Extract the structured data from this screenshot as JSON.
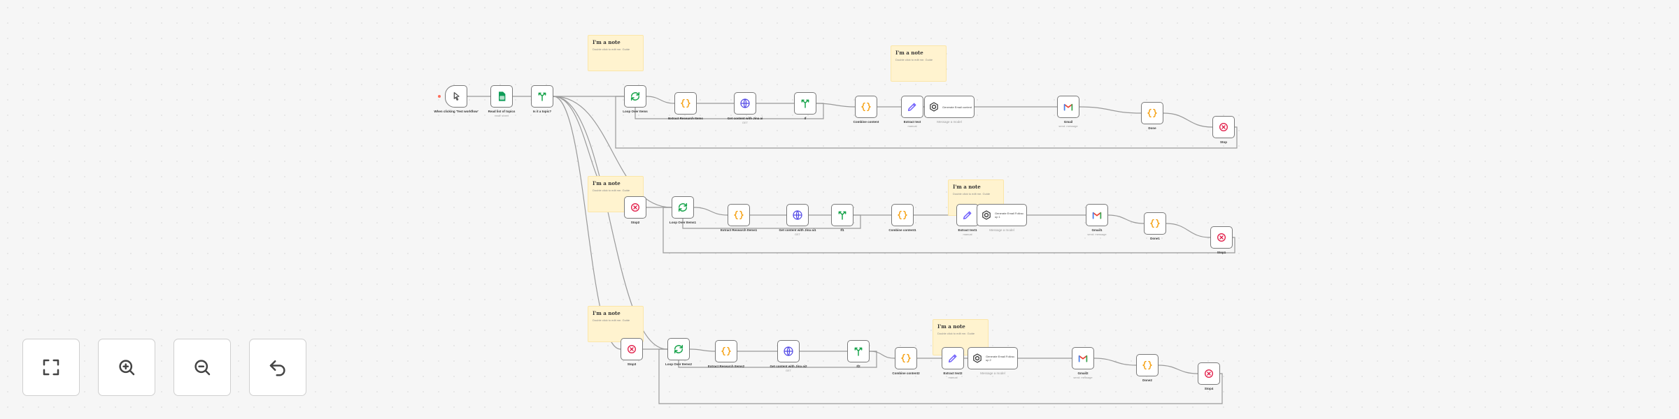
{
  "canvas": {
    "sticky_title": "I'm a note",
    "sticky_body": "Double click to edit me. Guide"
  },
  "nodes": {
    "r1_trigger": {
      "label": "When clicking 'Test workflow'",
      "icon": "pointer-icon"
    },
    "r1_sheets": {
      "label": "Read list of topics",
      "sub": "read: sheet",
      "icon": "google-sheets-icon"
    },
    "r1_if": {
      "label": "Is it a topic?",
      "icon": "branch-icon"
    },
    "r1_loop": {
      "label": "Loop Over Items",
      "icon": "loop-icon"
    },
    "r1_set": {
      "label": "Extract Research Items",
      "icon": "code-icon"
    },
    "r1_http": {
      "label": "Get content with Jina ai",
      "sub": "GET",
      "icon": "globe-icon"
    },
    "r1_if2": {
      "label": "If",
      "icon": "branch-icon"
    },
    "r1_code": {
      "label": "Combine content",
      "icon": "code-icon"
    },
    "r1_edit": {
      "label": "Extract text",
      "sub": "manual",
      "icon": "pencil-icon"
    },
    "r1_ai": {
      "label": "Generate Email",
      "sub": "Message a model",
      "text": "Generate Email content",
      "icon": "openai-icon"
    },
    "r1_gmail": {
      "label": "Gmail",
      "sub": "send: message",
      "icon": "gmail-icon"
    },
    "r1_code2": {
      "label": "Done",
      "icon": "code-icon"
    },
    "r1_stop": {
      "label": "Stop",
      "icon": "stop-icon"
    },
    "r2_stop0": {
      "label": "Stop2",
      "icon": "stop-icon"
    },
    "r2_loop": {
      "label": "Loop Over Items1",
      "icon": "loop-icon"
    },
    "r2_set": {
      "label": "Extract Research Items1",
      "icon": "code-icon"
    },
    "r2_http": {
      "label": "Get content with Jina ai1",
      "sub": "GET",
      "icon": "globe-icon"
    },
    "r2_if2": {
      "label": "If1",
      "icon": "branch-icon"
    },
    "r2_code": {
      "label": "Combine content1",
      "icon": "code-icon"
    },
    "r2_edit": {
      "label": "Extract text1",
      "sub": "manual",
      "icon": "pencil-icon"
    },
    "r2_ai": {
      "label": "Generate Email1",
      "sub": "Message a model",
      "text": "Generate Email Follow-up 1",
      "icon": "openai-icon"
    },
    "r2_gmail": {
      "label": "Gmail1",
      "sub": "send: message",
      "icon": "gmail-icon"
    },
    "r2_code2": {
      "label": "Done1",
      "icon": "code-icon"
    },
    "r2_stop": {
      "label": "Stop1",
      "icon": "stop-icon"
    },
    "r3_stop0": {
      "label": "Stop3",
      "icon": "stop-icon"
    },
    "r3_loop": {
      "label": "Loop Over Items2",
      "icon": "loop-icon"
    },
    "r3_set": {
      "label": "Extract Research Items2",
      "icon": "code-icon"
    },
    "r3_http": {
      "label": "Get content with Jina ai2",
      "sub": "GET",
      "icon": "globe-icon"
    },
    "r3_if2": {
      "label": "If2",
      "icon": "branch-icon"
    },
    "r3_code": {
      "label": "Combine content2",
      "icon": "code-icon"
    },
    "r3_edit": {
      "label": "Extract text2",
      "sub": "manual",
      "icon": "pencil-icon"
    },
    "r3_ai": {
      "label": "Generate Email2",
      "sub": "Message a model",
      "text": "Generate Email Follow-up 2",
      "icon": "openai-icon"
    },
    "r3_gmail": {
      "label": "Gmail2",
      "sub": "send: message",
      "icon": "gmail-icon"
    },
    "r3_code2": {
      "label": "Done2",
      "icon": "code-icon"
    },
    "r3_stop": {
      "label": "Stop4",
      "icon": "stop-icon"
    }
  },
  "controls": [
    {
      "name": "fit-view-button",
      "icon": "fit-view-icon"
    },
    {
      "name": "zoom-in-button",
      "icon": "zoom-in-icon"
    },
    {
      "name": "zoom-out-button",
      "icon": "zoom-out-icon"
    },
    {
      "name": "undo-button",
      "icon": "undo-icon"
    }
  ],
  "colors": {
    "sticky_bg": "#fff3cf",
    "node_border": "#7a7a7a",
    "edge": "#9a9a9a",
    "trigger_dot": "#ff6d5a",
    "sheets": "#0f9d58",
    "branch": "#16a34a",
    "code": "#f59e0b",
    "http": "#4f46e5",
    "edit": "#6d5dfc",
    "stop": "#e11d48"
  }
}
